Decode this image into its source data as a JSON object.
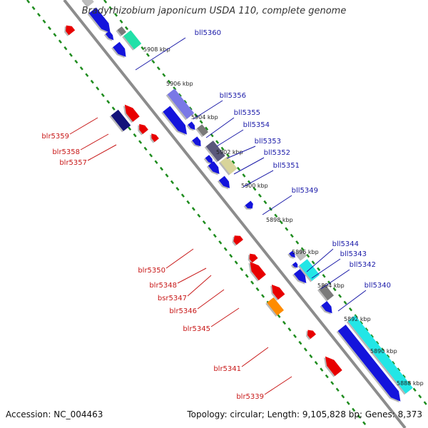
{
  "title": "Bradyrhizobium japonicum USDA 110, complete genome",
  "accession": "Accession: NC_004463",
  "topology": "Topology: circular; Length: 9,105,828 bp; Genes: 8,373",
  "colors": {
    "backbone": "#8c8c8c",
    "dots": "#1e8c1e",
    "forward_label": "#1a1aa8",
    "reverse_label": "#c81818",
    "blue": "#1414dc",
    "red": "#e80000",
    "periwinkle": "#7a78e6",
    "navy": "#12127a",
    "teal": "#22e0a8",
    "khaki": "#d8d49a",
    "gray": "#7a7a7a",
    "lightgray": "#bdbdbd",
    "orange": "#ff8c00",
    "cyan": "#22e6e6",
    "darkslate": "#5a587a"
  },
  "kbp_labels": [
    "5908 kbp",
    "5906 kbp",
    "5904 kbp",
    "5902 kbp",
    "5900 kbp",
    "5898 kbp",
    "5896 kbp",
    "5894 kbp",
    "5892 kbp",
    "5890 kbp",
    "5888 kbp"
  ],
  "forward_genes": [
    "bll5360",
    "bll5356",
    "bll5355",
    "bll5354",
    "bll5353",
    "bll5352",
    "bll5351",
    "bll5349",
    "bll5344",
    "bll5343",
    "bll5342",
    "bll5340"
  ],
  "reverse_genes": [
    "blr5359",
    "blr5358",
    "blr5357",
    "blr5350",
    "blr5348",
    "bsr5347",
    "blr5346",
    "blr5345",
    "blr5341",
    "blr5339"
  ]
}
